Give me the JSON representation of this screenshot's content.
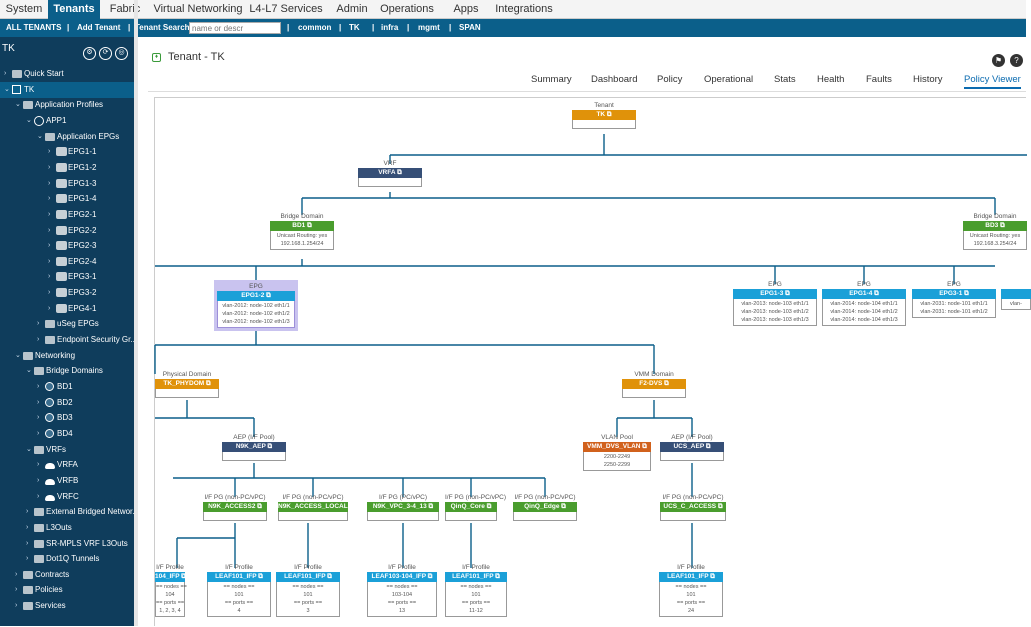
{
  "topnav": [
    "System",
    "Tenants",
    "Fabric",
    "Virtual Networking",
    "L4-L7 Services",
    "Admin",
    "Operations",
    "Apps",
    "Integrations"
  ],
  "subnav": {
    "all_tenants": "ALL TENANTS",
    "sep": "|",
    "add_tenant": "Add Tenant",
    "search_label": "Tenant Search:",
    "search_placeholder": "name or descr",
    "tenants": [
      "common",
      "TK",
      "infra",
      "mgmt",
      "SPAN"
    ]
  },
  "sidebar": {
    "title": "TK",
    "items": [
      {
        "label": "Quick Start",
        "level": 0,
        "icon": "folder",
        "caret": "›"
      },
      {
        "label": "TK",
        "level": 0,
        "icon": "tenant",
        "caret": "⌄",
        "selected": true
      },
      {
        "label": "Application Profiles",
        "level": 1,
        "icon": "folder",
        "caret": "⌄"
      },
      {
        "label": "APP1",
        "level": 2,
        "icon": "app",
        "caret": "⌄"
      },
      {
        "label": "Application EPGs",
        "level": 3,
        "icon": "folder",
        "caret": "⌄"
      },
      {
        "label": "EPG1-1",
        "level": 4,
        "icon": "epg",
        "caret": "›"
      },
      {
        "label": "EPG1-2",
        "level": 4,
        "icon": "epg",
        "caret": "›"
      },
      {
        "label": "EPG1-3",
        "level": 4,
        "icon": "epg",
        "caret": "›"
      },
      {
        "label": "EPG1-4",
        "level": 4,
        "icon": "epg",
        "caret": "›"
      },
      {
        "label": "EPG2-1",
        "level": 4,
        "icon": "epg",
        "caret": "›"
      },
      {
        "label": "EPG2-2",
        "level": 4,
        "icon": "epg",
        "caret": "›"
      },
      {
        "label": "EPG2-3",
        "level": 4,
        "icon": "epg",
        "caret": "›"
      },
      {
        "label": "EPG2-4",
        "level": 4,
        "icon": "epg",
        "caret": "›"
      },
      {
        "label": "EPG3-1",
        "level": 4,
        "icon": "epg",
        "caret": "›"
      },
      {
        "label": "EPG3-2",
        "level": 4,
        "icon": "epg",
        "caret": "›"
      },
      {
        "label": "EPG4-1",
        "level": 4,
        "icon": "epg",
        "caret": "›"
      },
      {
        "label": "uSeg EPGs",
        "level": 3,
        "icon": "folder",
        "caret": "›"
      },
      {
        "label": "Endpoint Security Gr...",
        "level": 3,
        "icon": "folder",
        "caret": "›"
      },
      {
        "label": "Networking",
        "level": 1,
        "icon": "folder",
        "caret": "⌄"
      },
      {
        "label": "Bridge Domains",
        "level": 2,
        "icon": "folder",
        "caret": "⌄"
      },
      {
        "label": "BD1",
        "level": 3,
        "icon": "bd",
        "caret": "›"
      },
      {
        "label": "BD2",
        "level": 3,
        "icon": "bd",
        "caret": "›"
      },
      {
        "label": "BD3",
        "level": 3,
        "icon": "bd",
        "caret": "›"
      },
      {
        "label": "BD4",
        "level": 3,
        "icon": "bd",
        "caret": "›"
      },
      {
        "label": "VRFs",
        "level": 2,
        "icon": "folder",
        "caret": "⌄"
      },
      {
        "label": "VRFA",
        "level": 3,
        "icon": "cloud",
        "caret": "›"
      },
      {
        "label": "VRFB",
        "level": 3,
        "icon": "cloud",
        "caret": "›"
      },
      {
        "label": "VRFC",
        "level": 3,
        "icon": "cloud",
        "caret": "›"
      },
      {
        "label": "External Bridged Networ...",
        "level": 2,
        "icon": "folder",
        "caret": "›"
      },
      {
        "label": "L3Outs",
        "level": 2,
        "icon": "folder",
        "caret": "›"
      },
      {
        "label": "SR-MPLS VRF L3Outs",
        "level": 2,
        "icon": "folder",
        "caret": "›"
      },
      {
        "label": "Dot1Q Tunnels",
        "level": 2,
        "icon": "folder",
        "caret": "›"
      },
      {
        "label": "Contracts",
        "level": 1,
        "icon": "folder",
        "caret": "›"
      },
      {
        "label": "Policies",
        "level": 1,
        "icon": "folder",
        "caret": "›"
      },
      {
        "label": "Services",
        "level": 1,
        "icon": "folder",
        "caret": "›"
      }
    ]
  },
  "main": {
    "title": "Tenant - TK",
    "tabs": [
      "Summary",
      "Dashboard",
      "Policy",
      "Operational",
      "Stats",
      "Health",
      "Faults",
      "History",
      "Policy Viewer"
    ],
    "active_tab": "Policy Viewer"
  },
  "viewer": {
    "nodes": [
      {
        "id": "tenant",
        "type": "Tenant",
        "name": "TK",
        "color": "orange",
        "body": []
      },
      {
        "id": "vrf",
        "type": "VRF",
        "name": "VRFA",
        "color": "navy",
        "body": []
      },
      {
        "id": "bd1",
        "type": "Bridge Domain",
        "name": "BD1",
        "color": "green",
        "body": [
          "Unicast Routing: yes",
          "192.168.1.254/24"
        ]
      },
      {
        "id": "bd3",
        "type": "Bridge Domain",
        "name": "BD3",
        "color": "green",
        "body": [
          "Unicast Routing: yes",
          "192.168.3.254/24"
        ]
      },
      {
        "id": "epg12",
        "type": "EPG",
        "name": "EPG1-2",
        "color": "blue",
        "body": [
          "vlan-2012: node-102 eth1/1",
          "vlan-2012: node-102 eth1/2",
          "vlan-2012: node-102 eth1/3"
        ],
        "selected": true
      },
      {
        "id": "epg13",
        "type": "EPG",
        "name": "EPG1-3",
        "color": "blue",
        "body": [
          "vlan-2013: node-103 eth1/1",
          "vlan-2013: node-103 eth1/2",
          "vlan-2013: node-103 eth1/3"
        ]
      },
      {
        "id": "epg14",
        "type": "EPG",
        "name": "EPG1-4",
        "color": "blue",
        "body": [
          "vlan-2014: node-104 eth1/1",
          "vlan-2014: node-104 eth1/2",
          "vlan-2014: node-104 eth1/3"
        ]
      },
      {
        "id": "epg31",
        "type": "EPG",
        "name": "EPG3-1",
        "color": "blue",
        "body": [
          "vlan-2031: node-101 eth1/1",
          "vlan-2031: node-101 eth1/2"
        ]
      },
      {
        "id": "epgx",
        "type": "",
        "name": "",
        "color": "blue",
        "body": [
          "vlan-"
        ]
      },
      {
        "id": "phydom",
        "type": "Physical Domain",
        "name": "TK_PHYDOM",
        "color": "orange",
        "body": []
      },
      {
        "id": "vmmdom",
        "type": "VMM Domain",
        "name": "F2-DVS",
        "color": "orange",
        "body": []
      },
      {
        "id": "aep1",
        "type": "AEP (I/F Pool)",
        "name": "N9K_AEP",
        "color": "navy",
        "body": []
      },
      {
        "id": "vlanpool",
        "type": "VLAN Pool",
        "name": "VMM_DVS_VLAN",
        "color": "rust",
        "body": [
          "2200-2249",
          "2250-2299"
        ]
      },
      {
        "id": "aep2",
        "type": "AEP (I/F Pool)",
        "name": "UCS_AEP",
        "color": "navy",
        "body": []
      },
      {
        "id": "ifpg1",
        "type": "I/F PG (non-PC/vPC)",
        "name": "N9K_ACCESS2",
        "color": "green",
        "body": []
      },
      {
        "id": "ifpg2",
        "type": "I/F PG (non-PC/vPC)",
        "name": "N9K_ACCESS_LOCAL",
        "color": "green",
        "body": []
      },
      {
        "id": "ifpg3",
        "type": "I/F PG (PC/vPC)",
        "name": "N9K_VPC_3-4_13",
        "color": "green",
        "body": []
      },
      {
        "id": "ifpg4",
        "type": "I/F PG (non-PC/vPC)",
        "name": "QinQ_Core",
        "color": "green",
        "body": []
      },
      {
        "id": "ifpg5",
        "type": "I/F PG (non-PC/vPC)",
        "name": "QinQ_Edge",
        "color": "green",
        "body": []
      },
      {
        "id": "ifpg6",
        "type": "I/F PG (non-PC/vPC)",
        "name": "UCS_C_ACCESS",
        "color": "green",
        "body": []
      },
      {
        "id": "ifp0",
        "type": "I/F Profile",
        "name": "104_IFP",
        "color": "blue",
        "body": [
          "== nodes ==",
          "104",
          "== ports ==",
          "1, 2, 3, 4"
        ]
      },
      {
        "id": "ifp1",
        "type": "I/F Profile",
        "name": "LEAF101_IFP",
        "color": "blue",
        "body": [
          "== nodes ==",
          "101",
          "== ports ==",
          "4"
        ]
      },
      {
        "id": "ifp2",
        "type": "I/F Profile",
        "name": "LEAF101_IFP",
        "color": "blue",
        "body": [
          "== nodes ==",
          "101",
          "== ports ==",
          "3"
        ]
      },
      {
        "id": "ifp3",
        "type": "I/F Profile",
        "name": "LEAF103-104_IFP",
        "color": "blue",
        "body": [
          "== nodes ==",
          "103-104",
          "== ports ==",
          "13"
        ]
      },
      {
        "id": "ifp4",
        "type": "I/F Profile",
        "name": "LEAF101_IFP",
        "color": "blue",
        "body": [
          "== nodes ==",
          "101",
          "== ports ==",
          "11-12"
        ]
      },
      {
        "id": "ifp5",
        "type": "I/F Profile",
        "name": "LEAF101_IFP",
        "color": "blue",
        "body": [
          "== nodes ==",
          "101",
          "== ports ==",
          "24"
        ]
      }
    ]
  }
}
